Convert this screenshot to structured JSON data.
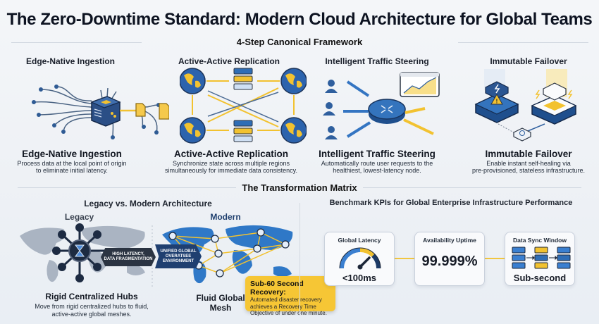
{
  "title": "The Zero-Downtime Standard: Modern Cloud Architecture for Global Teams",
  "framework": {
    "label": "4-Step Canonical Framework",
    "steps": [
      {
        "heading": "Edge-Native Ingestion",
        "title": "Edge-Native Ingestion",
        "description_line1": "Process data at the local point of origin",
        "description_line2": "to eliminate initial latency.",
        "icon": "edge-cube-icon"
      },
      {
        "heading": "Active-Active Replication",
        "title": "Active-Active Replication",
        "description_line1": "Synchronize state across multiple regions",
        "description_line2": "simultaneously for immediate data consistency.",
        "icon": "globe-replication-icon"
      },
      {
        "heading": "Intelligent Traffic Steering",
        "title": "Intelligent Traffic Steering",
        "description_line1": "Automatically route user requests to the",
        "description_line2": "healthiest, lowest-latency node.",
        "icon": "router-icon"
      },
      {
        "heading": "Immutable Failover",
        "title": "Immutable Failover",
        "description_line1": "Enable instant self-healing via",
        "description_line2": "pre-provisioned, stateless infrastructure.",
        "icon": "server-failover-icon"
      }
    ]
  },
  "matrix": {
    "label": "The Transformation Matrix",
    "comparison": {
      "title": "Legacy vs. Modern Architecture",
      "legacy": {
        "label": "Legacy",
        "banner_line1": "High latency,",
        "banner_line2": "data fragmentation",
        "caption_title": "Rigid Centralized Hubs",
        "caption_line1": "Move from rigid centralized hubs to fluid,",
        "caption_line2": "active-active global meshes."
      },
      "modern": {
        "label": "Modern",
        "banner_line1": "Unified global",
        "banner_line2": "overatsee",
        "banner_line3": "environment",
        "caption_line1": "Fluid Global",
        "caption_line2": "Mesh"
      },
      "callout": {
        "title": "Sub-60 Second Recovery:",
        "line1": "Automated disaster recovery",
        "line2": "achieves a Recovery Time",
        "line3": "Objective of under one minute."
      }
    },
    "kpis": {
      "title": "Benchmark KPIs for Global Enterprise Infrastructure Performance",
      "cards": [
        {
          "label": "Global Latency",
          "value": "<100ms",
          "icon": "gauge-icon"
        },
        {
          "label": "Availability Uptime",
          "value": "99.999%"
        },
        {
          "label": "Data Sync Window",
          "value": "Sub-second",
          "icon": "data-sync-icon"
        }
      ]
    }
  },
  "colors": {
    "navy": "#1d3a66",
    "blue": "#2f6db5",
    "yellow": "#f2c230",
    "dark": "#2b3442"
  }
}
